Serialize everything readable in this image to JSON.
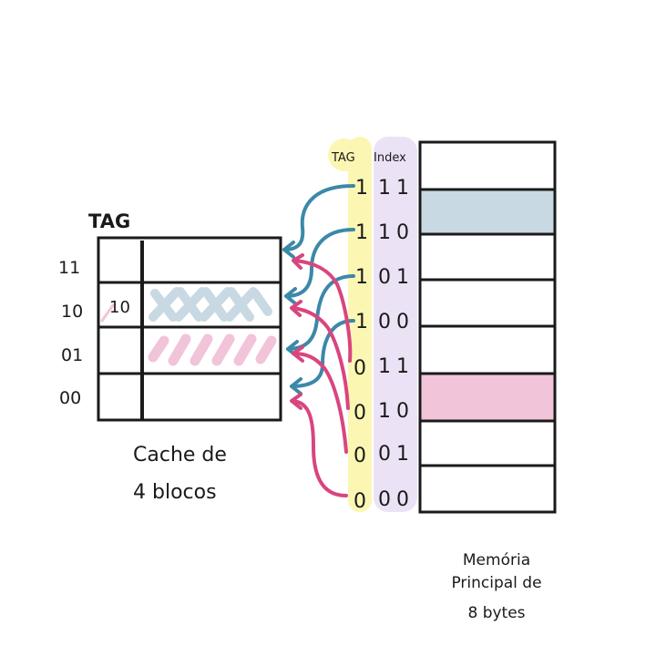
{
  "cache": {
    "tag_header": "TAG",
    "rows": [
      {
        "index": "11",
        "tag": "",
        "fill": "none"
      },
      {
        "index": "10",
        "tag": "10",
        "fill": "blue"
      },
      {
        "index": "01",
        "tag": "",
        "fill": "pink"
      },
      {
        "index": "00",
        "tag": "",
        "fill": "none"
      }
    ],
    "caption_line1": "Cache de",
    "caption_line2": "4 blocos"
  },
  "memory": {
    "tag_header": "TAG",
    "index_header": "Index",
    "rows": [
      {
        "tag": "1",
        "index": "11",
        "fill": "none"
      },
      {
        "tag": "1",
        "index": "10",
        "fill": "blue"
      },
      {
        "tag": "1",
        "index": "01",
        "fill": "none"
      },
      {
        "tag": "1",
        "index": "00",
        "fill": "none"
      },
      {
        "tag": "0",
        "index": "11",
        "fill": "pink"
      },
      {
        "tag": "0",
        "index": "10",
        "fill": "none"
      },
      {
        "tag": "0",
        "index": "01",
        "fill": "none"
      },
      {
        "tag": "0",
        "index": "00",
        "fill": "none"
      }
    ],
    "caption_line1": "Memória",
    "caption_line2": "Principal de",
    "caption_line3": "8 bytes"
  },
  "colors": {
    "blue_fill": "#c9d9e3",
    "pink_fill": "#f2c4d9",
    "blue_arrow": "#3c88a8",
    "pink_arrow": "#d9457f",
    "tag_highlight": "#fbf7b3",
    "index_highlight": "#ece2f6",
    "ink": "#1a1a1a"
  }
}
